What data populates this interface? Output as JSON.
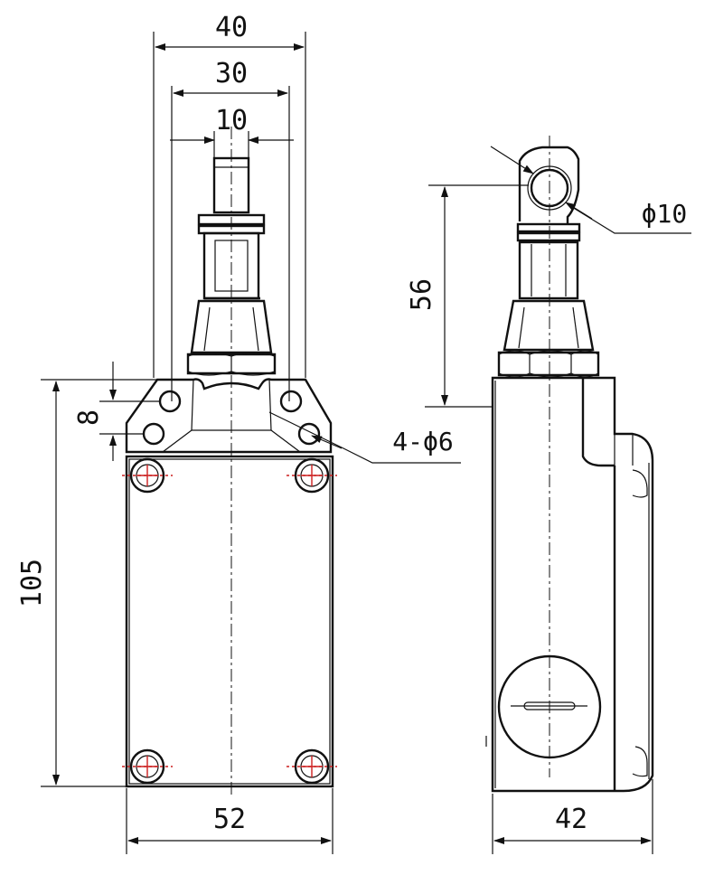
{
  "dimensions": {
    "d40": "40",
    "d30": "30",
    "d10": "10",
    "d8": "8",
    "d105": "105",
    "d52": "52",
    "d56": "56",
    "d42": "42",
    "phi10": "ϕ10",
    "holes": "4-ϕ6"
  },
  "colors": {
    "line": "#111111",
    "screw_mark": "#cc1f1f"
  }
}
